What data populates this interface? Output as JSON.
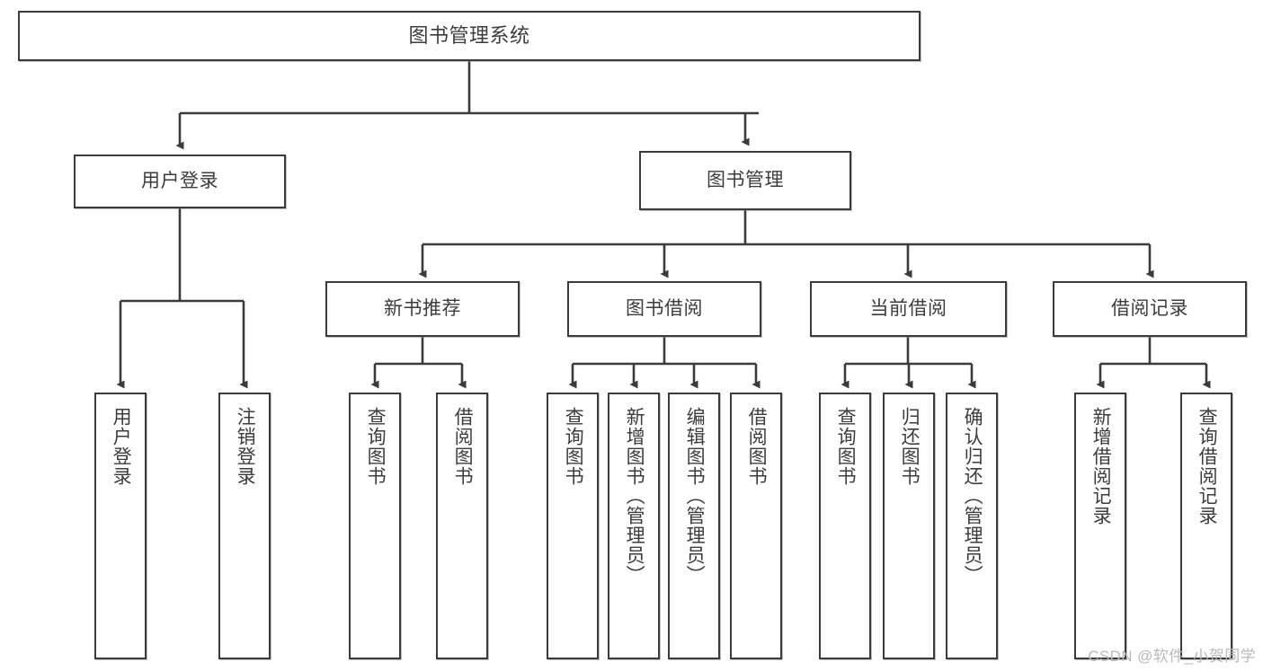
{
  "diagram": {
    "title": "图书管理系统",
    "type": "功能结构图",
    "watermark": "CSDN @软件_小贺同学",
    "colors": {
      "background": "#ffffff",
      "box_border": "#3b3b3b",
      "box_fill": "#ffffff",
      "text": "#3c3c3c",
      "edge": "#3b3b3b",
      "watermark": "#b9b9b9"
    }
  },
  "nodes": {
    "root": {
      "label": "图书管理系统"
    },
    "level1": [
      {
        "id": "user-login",
        "label": "用户登录"
      },
      {
        "id": "book-manage",
        "label": "图书管理"
      }
    ],
    "level2": [
      {
        "id": "new-book-recommend",
        "label": "新书推荐"
      },
      {
        "id": "book-borrow",
        "label": "图书借阅"
      },
      {
        "id": "current-borrow",
        "label": "当前借阅"
      },
      {
        "id": "borrow-record",
        "label": "借阅记录"
      }
    ],
    "leaves": {
      "user_login": [
        {
          "id": "leaf-user-login",
          "label": "用户登录"
        },
        {
          "id": "leaf-logout-login",
          "label": "注销登录"
        }
      ],
      "new_book_recommend": [
        {
          "id": "leaf-query-book-1",
          "label": "查询图书"
        },
        {
          "id": "leaf-borrow-book-1",
          "label": "借阅图书"
        }
      ],
      "book_borrow": [
        {
          "id": "leaf-query-book-2",
          "label": "查询图书"
        },
        {
          "id": "leaf-add-book",
          "label": "新增图书（管理员）"
        },
        {
          "id": "leaf-edit-book",
          "label": "编辑图书（管理员）"
        },
        {
          "id": "leaf-borrow-book-2",
          "label": "借阅图书"
        }
      ],
      "current_borrow": [
        {
          "id": "leaf-query-book-3",
          "label": "查询图书"
        },
        {
          "id": "leaf-return-book",
          "label": "归还图书"
        },
        {
          "id": "leaf-confirm-return",
          "label": "确认归还（管理员）"
        }
      ],
      "borrow_record": [
        {
          "id": "leaf-add-record",
          "label": "新增借阅记录"
        },
        {
          "id": "leaf-query-record",
          "label": "查询借阅记录"
        }
      ]
    }
  }
}
